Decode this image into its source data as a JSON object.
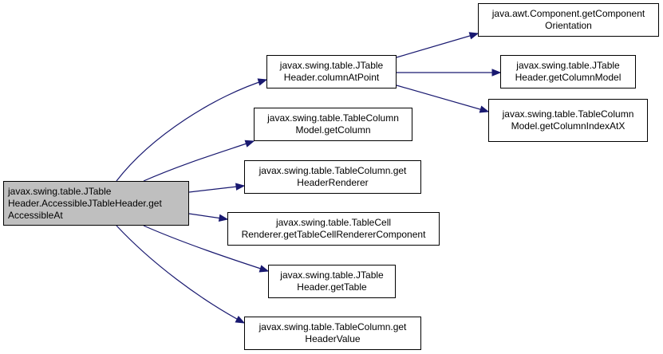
{
  "diagram": {
    "nodes": [
      {
        "id": "root",
        "lines": [
          "javax.swing.table.JTable",
          "Header.AccessibleJTableHeader.get",
          "AccessibleAt"
        ],
        "role": "root"
      },
      {
        "id": "n_colAtPoint",
        "lines": [
          "javax.swing.table.JTable",
          "Header.columnAtPoint"
        ]
      },
      {
        "id": "n_getOrient",
        "lines": [
          "java.awt.Component.getComponent",
          "Orientation"
        ]
      },
      {
        "id": "n_getColModel",
        "lines": [
          "javax.swing.table.JTable",
          "Header.getColumnModel"
        ]
      },
      {
        "id": "n_getColIndexAtX",
        "lines": [
          "javax.swing.table.TableColumn",
          "Model.getColumnIndexAtX"
        ]
      },
      {
        "id": "n_getColumn",
        "lines": [
          "javax.swing.table.TableColumn",
          "Model.getColumn"
        ]
      },
      {
        "id": "n_getHeaderRenderer",
        "lines": [
          "javax.swing.table.TableColumn.get",
          "HeaderRenderer"
        ]
      },
      {
        "id": "n_getCellRendComp",
        "lines": [
          "javax.swing.table.TableCell",
          "Renderer.getTableCellRendererComponent"
        ]
      },
      {
        "id": "n_getTable",
        "lines": [
          "javax.swing.table.JTable",
          "Header.getTable"
        ]
      },
      {
        "id": "n_getHeaderValue",
        "lines": [
          "javax.swing.table.TableColumn.get",
          "HeaderValue"
        ]
      }
    ],
    "edges": [
      {
        "from": "root",
        "to": "n_colAtPoint"
      },
      {
        "from": "root",
        "to": "n_getColumn"
      },
      {
        "from": "root",
        "to": "n_getHeaderRenderer"
      },
      {
        "from": "root",
        "to": "n_getCellRendComp"
      },
      {
        "from": "root",
        "to": "n_getTable"
      },
      {
        "from": "root",
        "to": "n_getHeaderValue"
      },
      {
        "from": "n_colAtPoint",
        "to": "n_getOrient"
      },
      {
        "from": "n_colAtPoint",
        "to": "n_getColModel"
      },
      {
        "from": "n_colAtPoint",
        "to": "n_getColIndexAtX"
      }
    ],
    "colors": {
      "edge": "#191970",
      "root_fill": "#bfbfbf",
      "node_fill": "#ffffff",
      "border": "#000000"
    }
  }
}
